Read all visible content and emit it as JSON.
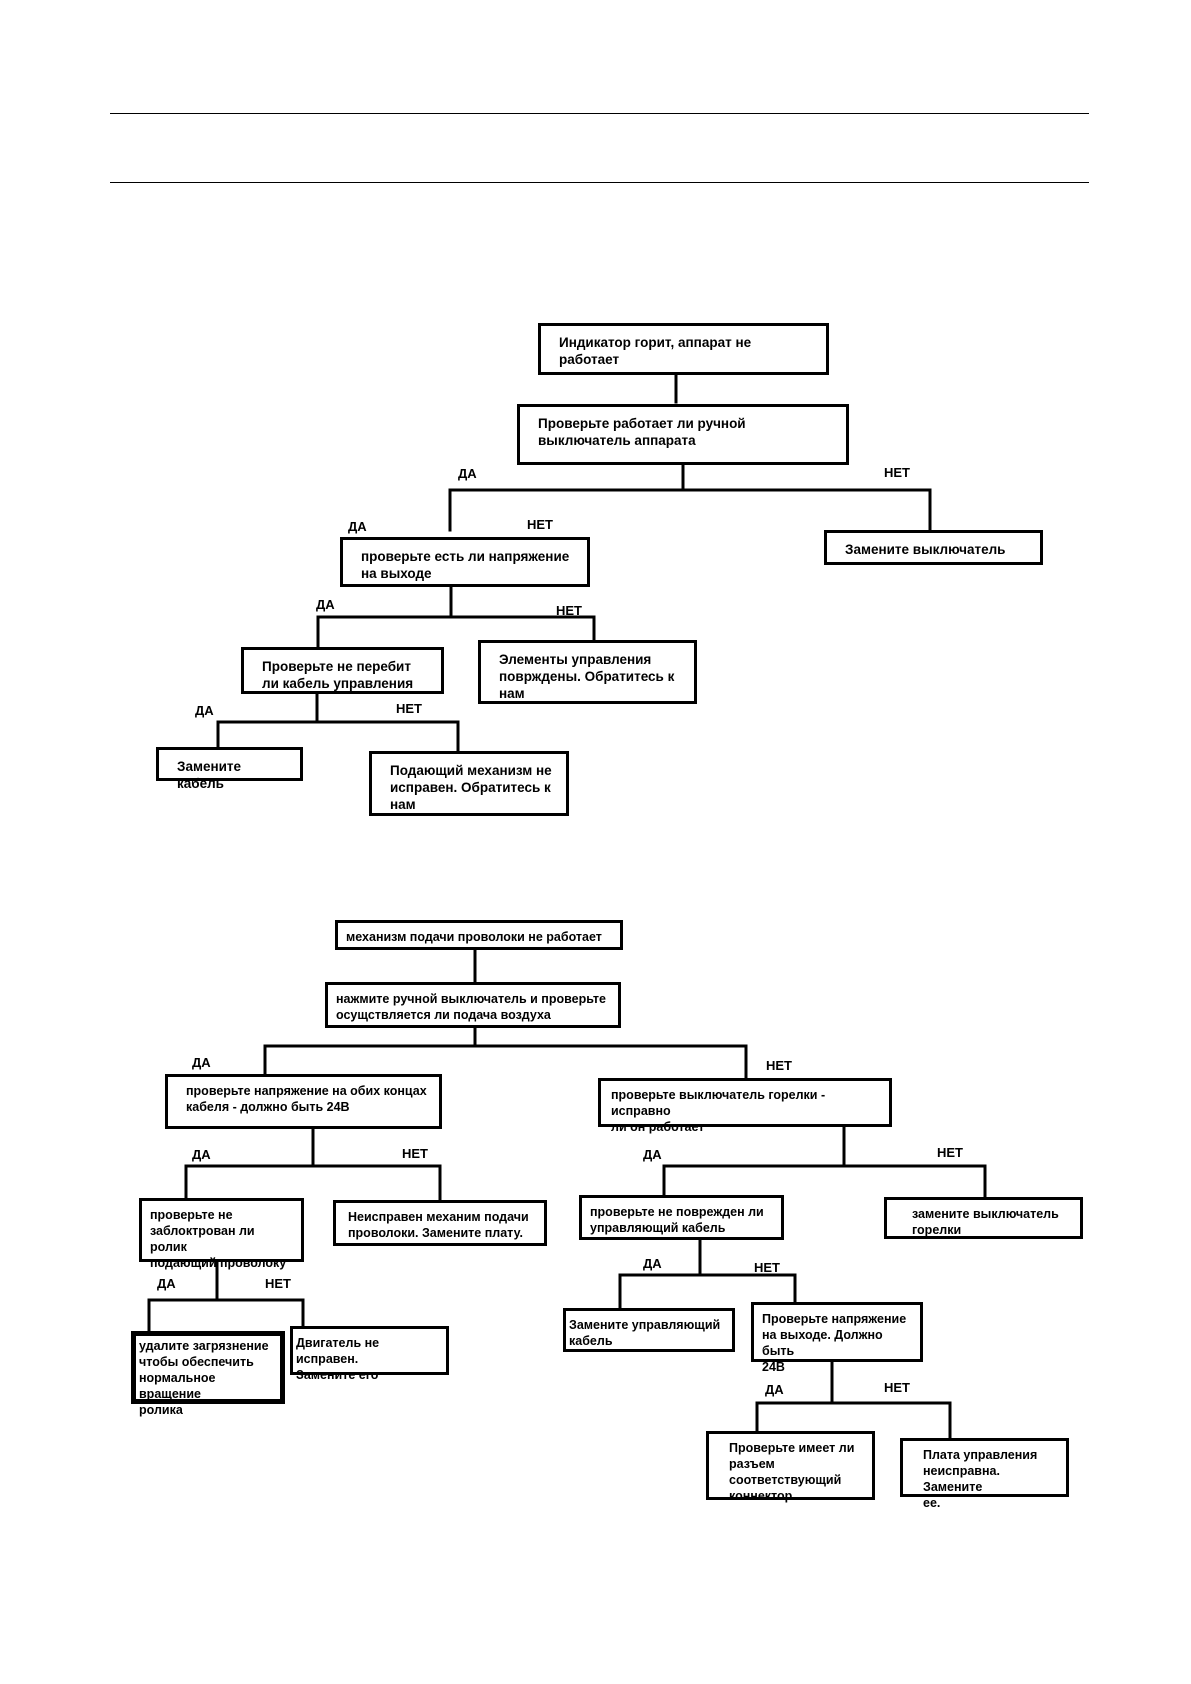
{
  "top_flowchart": {
    "nodes": {
      "start": "Индикатор            горит, аппарат не\nработает",
      "q_switch": "Проверьте работает ли ручной\nвыключатель аппарата",
      "replace_switch": "Замените выключатель",
      "q_voltage": "проверьте есть ли напряжение\nна выходе",
      "controls_damaged": "Элементы управления\nповрждены. Обратитесь к\nнам",
      "q_cable": "Проверьте не перебит\nли кабель управления",
      "replace_cable": "Замените кабель",
      "feeder_faulty": "Подающий механизм не\nисправен. Обратитесь к\nнам"
    },
    "labels": {
      "yes_1": "ДА",
      "no_1": "НЕТ",
      "yes_2": "ДА",
      "no_2": "НЕТ",
      "yes_3": "ДА",
      "no_3": "НЕТ",
      "yes_4": "ДА",
      "no_4": "НЕТ"
    }
  },
  "bottom_flowchart": {
    "nodes": {
      "start": "механизм подачи проволоки не работает",
      "q_air": "нажмите ручной выключатель и проверьте\nосущствляется ли подача воздуха",
      "q_24v": "проверьте напряжение на обих концах\nкабеля  - должно быть 24В",
      "q_torch": "проверьте выключатель горелки - исправно\nли он работает",
      "q_roller": "проверьте не\nзаблоктрован ли ролик\nподающий проволоку",
      "feeder_board": "Неисправен механим подачи\nпроволоки. Замените плату.",
      "q_ctrl_cable": "проверьте не поврежден ли\nуправляющий кабель",
      "replace_torch_switch": "замените выключатель\nгорелки",
      "remove_dirt": "удалите загрязнение\nчтобы обеспечить\nнормальное вращение\nролика",
      "motor_faulty": "Двигатель не исправен.\nЗамените его",
      "replace_ctrl_cable": "Замените управляющий\nкабель",
      "q_output": "Проверьте напряжение\nна выходе. Должно быть\n24В",
      "q_connector": "Проверьте имеет ли\nразъем\nсоответствующий\nконнектор",
      "board_faulty": "Плата управления\nнеисправна. Замените\nее."
    },
    "labels": {
      "yes_1": "ДА",
      "no_1": "НЕТ",
      "yes_2": "ДА",
      "no_2": "НЕТ",
      "yes_3": "ДА",
      "no_3": "НЕТ",
      "yes_4": "ДА",
      "no_4": "НЕТ",
      "yes_5": "ДА",
      "no_5": "НЕТ",
      "yes_6": "ДА",
      "no_6": "НЕТ"
    }
  }
}
